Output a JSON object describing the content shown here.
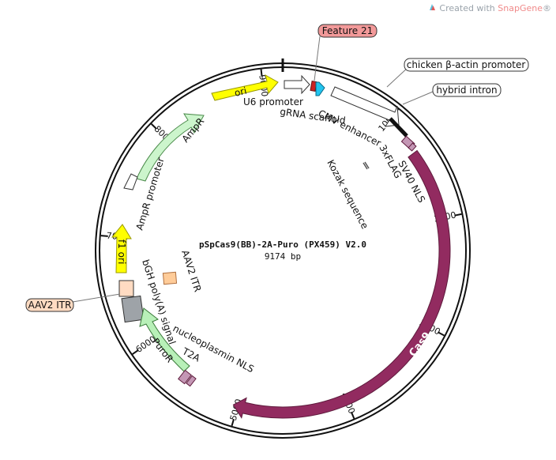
{
  "credit": {
    "prefix": "Created with ",
    "brand": "SnapGene",
    "suffix": "®"
  },
  "plasmid": {
    "name": "pSpCas9(BB)-2A-Puro (PX459) V2.0",
    "length": "9174 bp"
  },
  "ticks": [
    "1000",
    "2000",
    "3000",
    "4000",
    "5000",
    "6000",
    "7000",
    "8000",
    "9000"
  ],
  "features": {
    "cas9": "Cas9",
    "ori": "ori",
    "ampr": "AmpR",
    "ampr_promoter": "AmpR promoter",
    "f1_ori": "f1 ori",
    "puror": "PuroR",
    "u6_promoter": "U6 promoter",
    "grna_scaffold": "gRNA scaffold",
    "cmv_enhancer": "CMV enhancer",
    "sv40_nls": "SV40 NLS",
    "flag": "3xFLAG",
    "kozak": "Kozak sequence",
    "bgh": "bGH poly(A) signal",
    "aav2_itr_inner": "AAV2 ITR",
    "nucleoplasmin_nls": "nucleoplasmin NLS",
    "t2a": "T2A"
  },
  "callouts": {
    "feature21": "Feature 21",
    "chicken_actin": "chicken β-actin promoter",
    "hybrid_intron": "hybrid intron",
    "aav2_itr": "AAV2 ITR"
  },
  "colors": {
    "cas9": "#922b60",
    "ori": "#ffff00",
    "ampr": "#ccf5cc",
    "puror": "#b8f0b8",
    "callout_red": "#f29999",
    "callout_orange": "#ffdbc2",
    "grey": "#9ea3a8"
  }
}
